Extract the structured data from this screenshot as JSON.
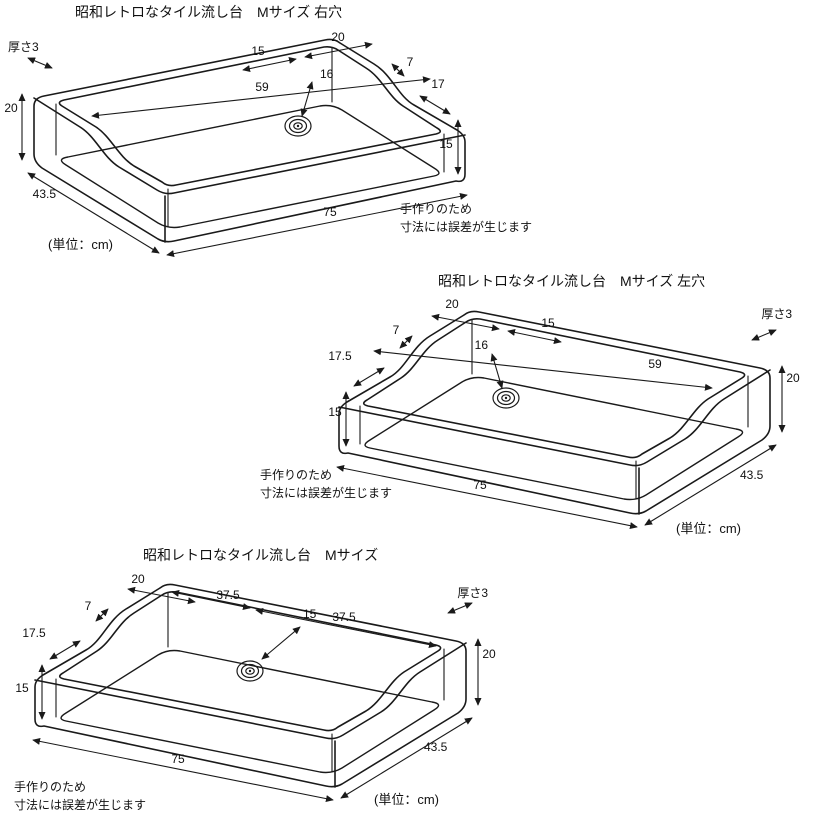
{
  "page": {
    "background": "#ffffff",
    "line_color": "#1a1a1a"
  },
  "shared": {
    "unit": "(単位：cm)",
    "note_line1": "手作りのため",
    "note_line2": "寸法には誤差が生じます"
  },
  "diagrams": [
    {
      "variant": "right-hole",
      "title": "昭和レトロなタイル流し台　Mサイズ 右穴",
      "dims": {
        "thickness": "厚さ3",
        "top_offset": "20",
        "drain_side": "15",
        "drain_back": "16",
        "rim_width": "7",
        "side_length": "17",
        "inner_width": "59",
        "height_back": "20",
        "height_front": "15",
        "depth": "43.5",
        "width": "75"
      }
    },
    {
      "variant": "left-hole",
      "title": "昭和レトロなタイル流し台　Mサイズ 左穴",
      "dims": {
        "thickness": "厚さ3",
        "top_offset": "20",
        "drain_side": "15",
        "drain_back": "16",
        "rim_width": "7",
        "side_length": "17.5",
        "inner_width": "59",
        "height_back": "20",
        "height_front": "15",
        "depth": "43.5",
        "width": "75"
      }
    },
    {
      "variant": "center-hole",
      "title": "昭和レトロなタイル流し台　Mサイズ",
      "dims": {
        "thickness": "厚さ3",
        "top_offset": "20",
        "half_left": "37.5",
        "drain_back": "15",
        "half_right": "37.5",
        "rim_width": "7",
        "side_length": "17.5",
        "height_back": "20",
        "height_front": "15",
        "depth": "43.5",
        "width": "75"
      }
    }
  ]
}
